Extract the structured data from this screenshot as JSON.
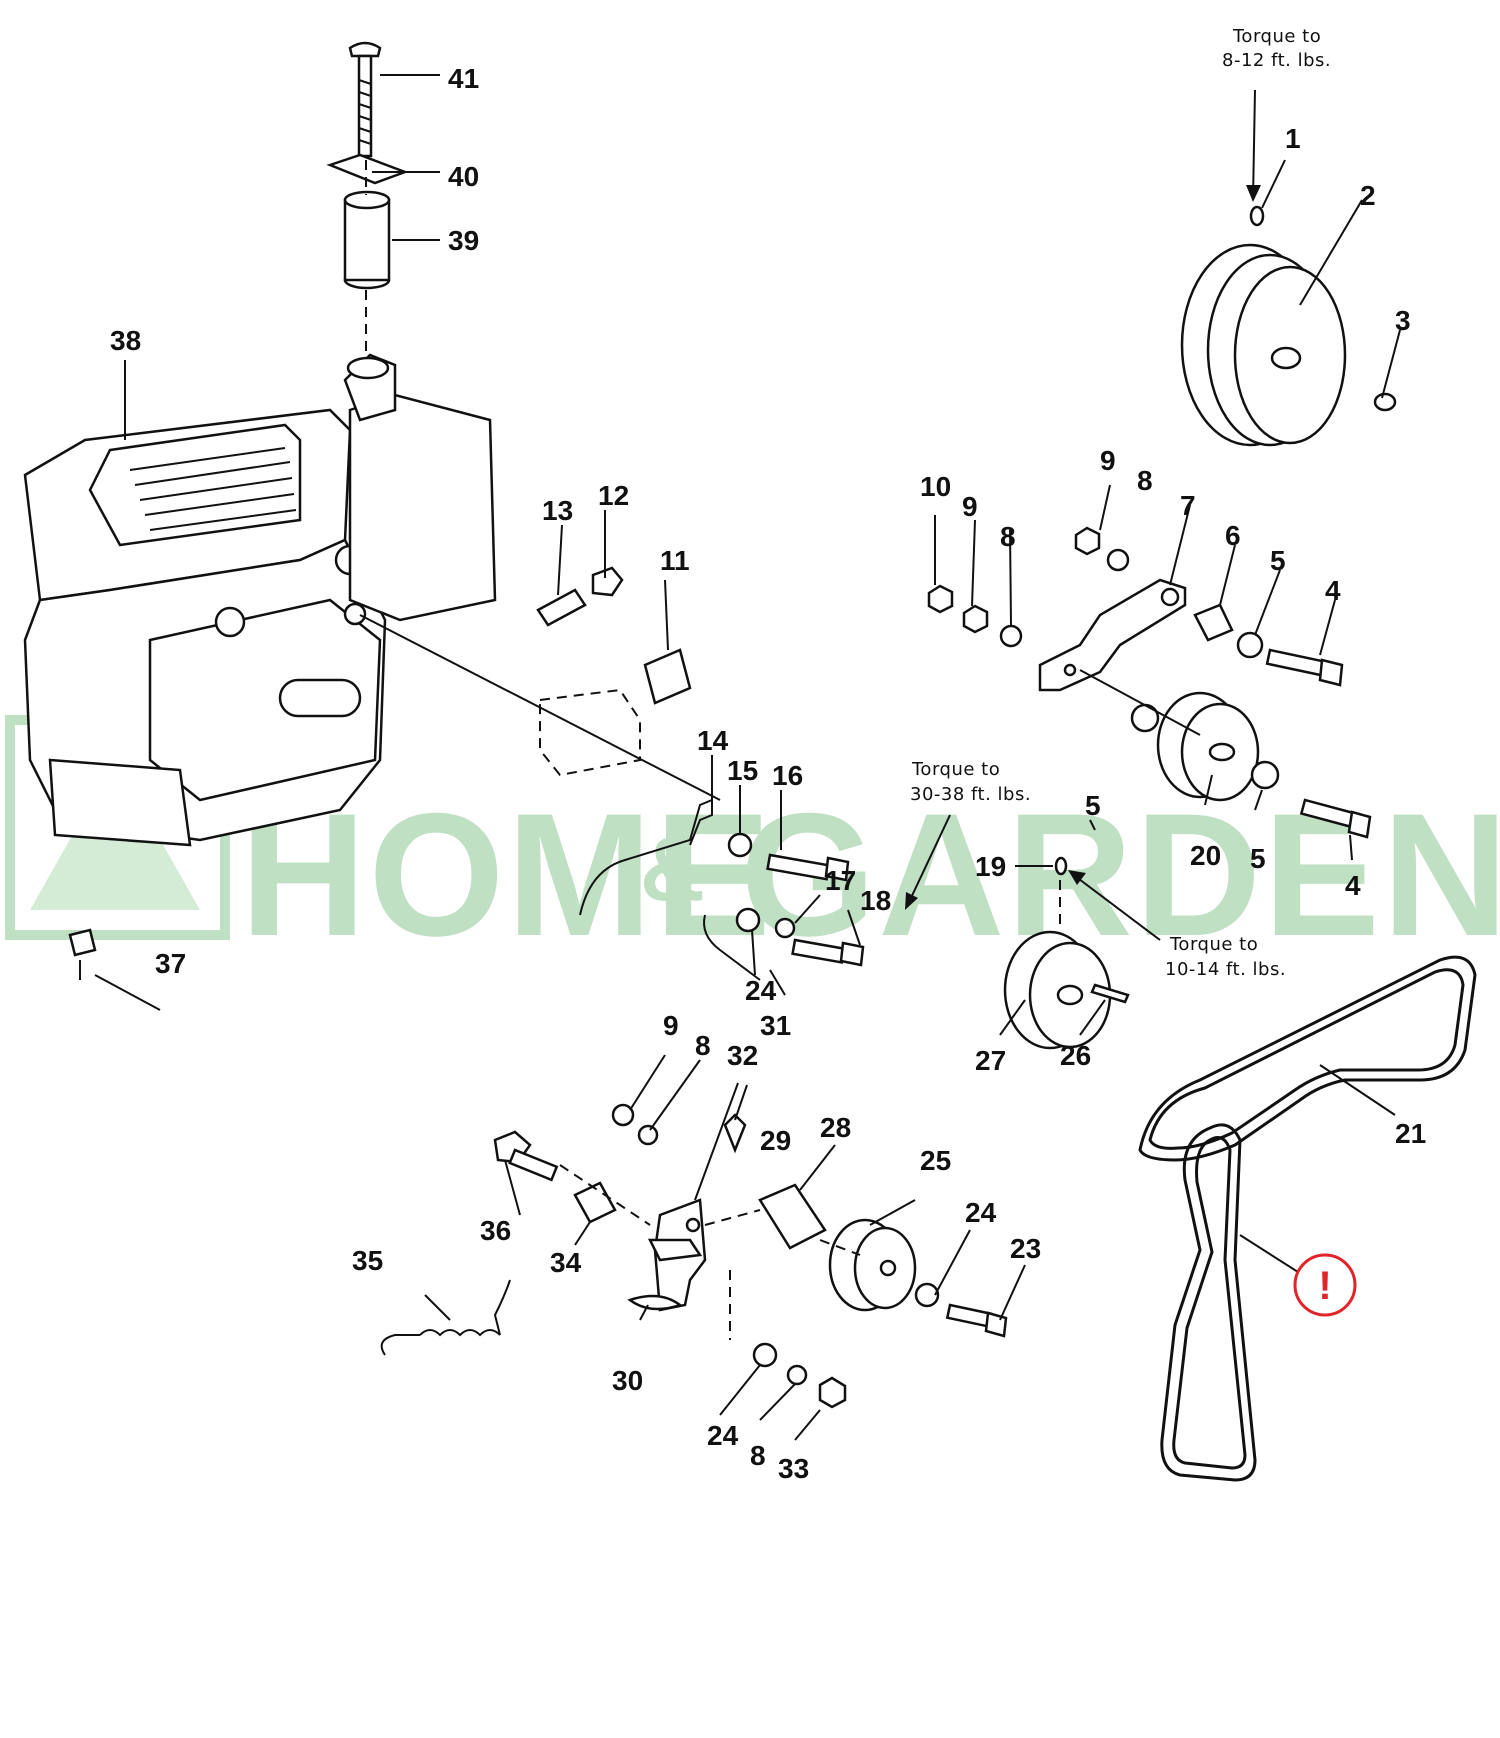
{
  "watermark": {
    "brand": "HOME&GARDEN",
    "word1": "HOME",
    "word2": "GARDEN",
    "ampersand": "&"
  },
  "notes": {
    "torque_top": [
      "Torque to",
      "8-12 ft. lbs."
    ],
    "torque_mid": [
      "Torque to",
      "30-38 ft. lbs."
    ],
    "torque_right": [
      "Torque to",
      "10-14 ft. lbs."
    ]
  },
  "warning": {
    "icon": "exclamation-circle-icon",
    "symbol": "!",
    "color": "#e0242a"
  },
  "callouts": {
    "c1": "1",
    "c2": "2",
    "c3": "3",
    "c4a": "4",
    "c4b": "4",
    "c5a": "5",
    "c5b": "5",
    "c5c": "5",
    "c6": "6",
    "c7": "7",
    "c8a": "8",
    "c8b": "8",
    "c8c": "8",
    "c8d": "8",
    "c9a": "9",
    "c9b": "9",
    "c9c": "9",
    "c10": "10",
    "c11": "11",
    "c12": "12",
    "c13": "13",
    "c14": "14",
    "c15": "15",
    "c16": "16",
    "c17": "17",
    "c18": "18",
    "c19": "19",
    "c20": "20",
    "c21": "21",
    "c23": "23",
    "c24a": "24",
    "c24b": "24",
    "c24c": "24",
    "c25": "25",
    "c26": "26",
    "c27": "27",
    "c28": "28",
    "c29": "29",
    "c30": "30",
    "c31": "31",
    "c32": "32",
    "c33": "33",
    "c34": "34",
    "c35": "35",
    "c36": "36",
    "c37": "37",
    "c38": "38",
    "c39": "39",
    "c40": "40",
    "c41": "41"
  }
}
